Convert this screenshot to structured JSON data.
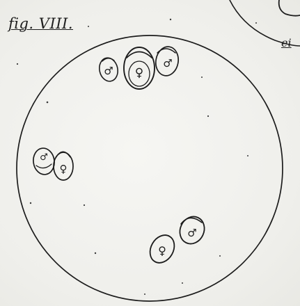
{
  "figure": {
    "label": "fig. VIII.",
    "corner_fragment": "ei"
  },
  "symbols": {
    "male": "♂",
    "female": "♀"
  },
  "groups": [
    {
      "id": "top-cluster",
      "cells": [
        "male",
        "female",
        "male"
      ]
    },
    {
      "id": "left-pair",
      "cells": [
        "male",
        "female"
      ]
    },
    {
      "id": "bottom-pair",
      "cells": [
        "female",
        "male"
      ]
    }
  ]
}
